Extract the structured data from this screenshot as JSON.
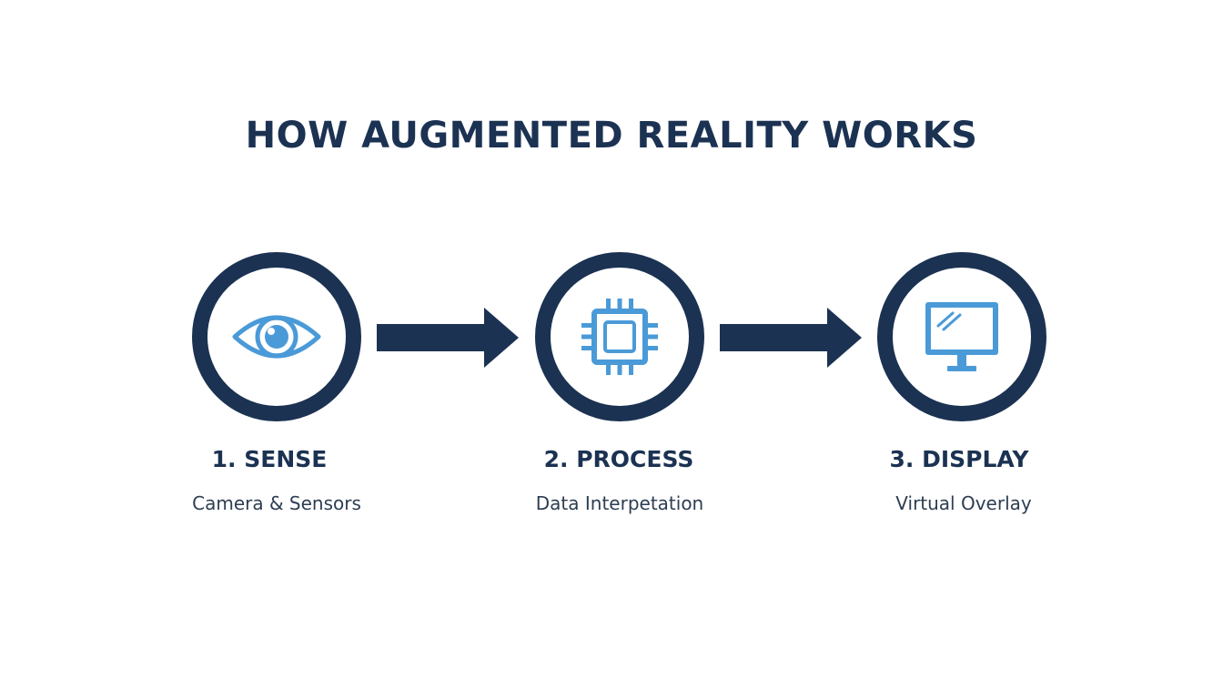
{
  "title": "HOW AUGMENTED REALITY WORKS",
  "colors": {
    "navy": "#1b3252",
    "accent": "#4a9ad8",
    "text": "#2d3e52"
  },
  "steps": [
    {
      "label": "1. SENSE",
      "description": "Camera & Sensors",
      "icon": "eye-icon"
    },
    {
      "label": "2. PROCESS",
      "description": "Data Interpetation",
      "icon": "chip-icon"
    },
    {
      "label": "3. DISPLAY",
      "description": "Virtual Overlay",
      "icon": "monitor-icon"
    }
  ],
  "connectors": [
    "arrow-right-icon",
    "arrow-right-icon"
  ]
}
